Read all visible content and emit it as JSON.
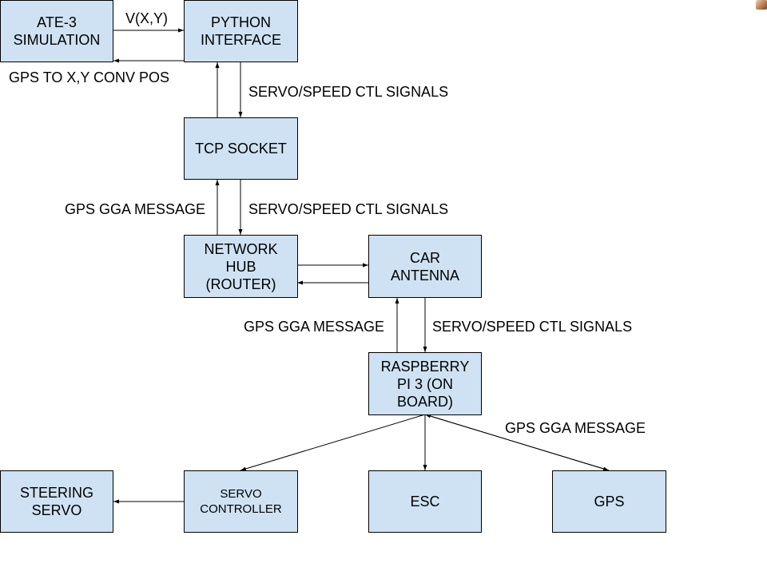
{
  "boxes": {
    "ate3": "ATE-3\nSIMULATION",
    "python": "PYTHON\nINTERFACE",
    "tcp": "TCP SOCKET",
    "hub": "NETWORK\nHUB\n(ROUTER)",
    "antenna": "CAR\nANTENNA",
    "rpi": "RASPBERRY\nPI 3 (ON\nBOARD)",
    "steering": "STEERING\nSERVO",
    "servo_ctrl": "SERVO\nCONTROLLER",
    "esc": "ESC",
    "gps": "GPS"
  },
  "labels": {
    "vxy": "V(X,Y)",
    "gps_to_xy": "GPS TO X,Y CONV POS",
    "servo_signals_1": "SERVO/SPEED CTL SIGNALS",
    "gga_1": "GPS GGA MESSAGE",
    "servo_signals_2": "SERVO/SPEED CTL SIGNALS",
    "gga_2": "GPS GGA MESSAGE",
    "servo_signals_3": "SERVO/SPEED CTL SIGNALS",
    "gga_3": "GPS GGA MESSAGE"
  },
  "colors": {
    "box_fill": "#cfe2f3",
    "stroke": "#000000"
  }
}
